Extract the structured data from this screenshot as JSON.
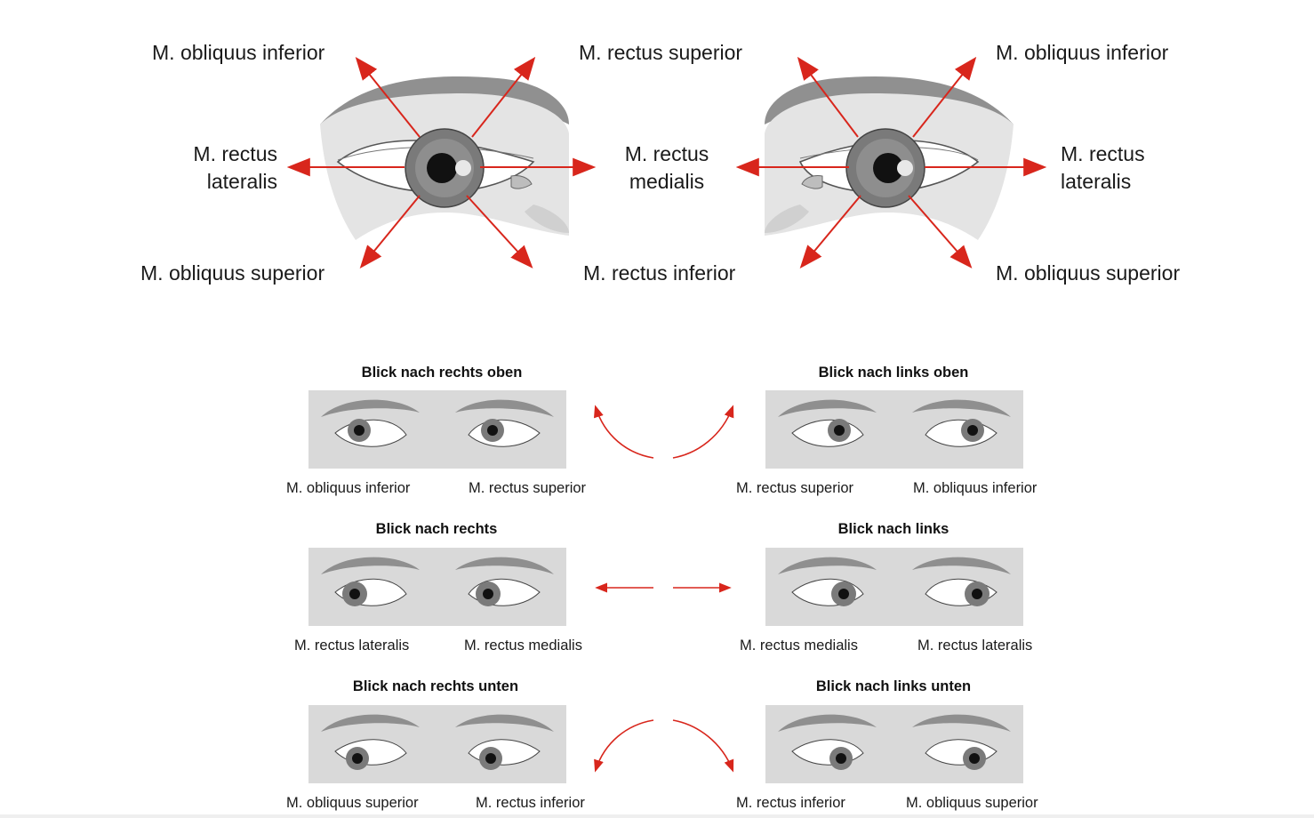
{
  "top_diagram": {
    "left_eye": {
      "labels": {
        "upper_left": "M. obliquus inferior",
        "upper_right": "M. rectus superior",
        "mid_left_1": "M. rectus",
        "mid_left_2": "lateralis",
        "mid_right_1": "M. rectus",
        "mid_right_2": "medialis",
        "lower_left": "M. obliquus superior",
        "lower_right": "M. rectus inferior"
      }
    },
    "right_eye": {
      "labels": {
        "upper_right": "M. obliquus inferior",
        "mid_right_1": "M. rectus",
        "mid_right_2": "lateralis",
        "lower_right": "M. obliquus superior"
      }
    }
  },
  "gaze_panels": [
    {
      "title": "Blick nach rechts oben",
      "muscle_a": "M. obliquus inferior",
      "muscle_b": "M. rectus superior"
    },
    {
      "title": "Blick nach links oben",
      "muscle_a": "M. rectus superior",
      "muscle_b": "M. obliquus inferior"
    },
    {
      "title": "Blick nach rechts",
      "muscle_a": "M. rectus lateralis",
      "muscle_b": "M. rectus medialis"
    },
    {
      "title": "Blick nach links",
      "muscle_a": "M. rectus medialis",
      "muscle_b": "M. rectus lateralis"
    },
    {
      "title": "Blick nach rechts unten",
      "muscle_a": "M. obliquus superior",
      "muscle_b": "M. rectus inferior"
    },
    {
      "title": "Blick nach links unten",
      "muscle_a": "M. rectus inferior",
      "muscle_b": "M. obliquus superior"
    }
  ],
  "colors": {
    "arrow": "#d8261c",
    "panel_bg": "#d9d9d9",
    "skin": "#e3e3e3",
    "brow": "#8f8f8f",
    "iris": "#777777",
    "pupil": "#111111"
  }
}
